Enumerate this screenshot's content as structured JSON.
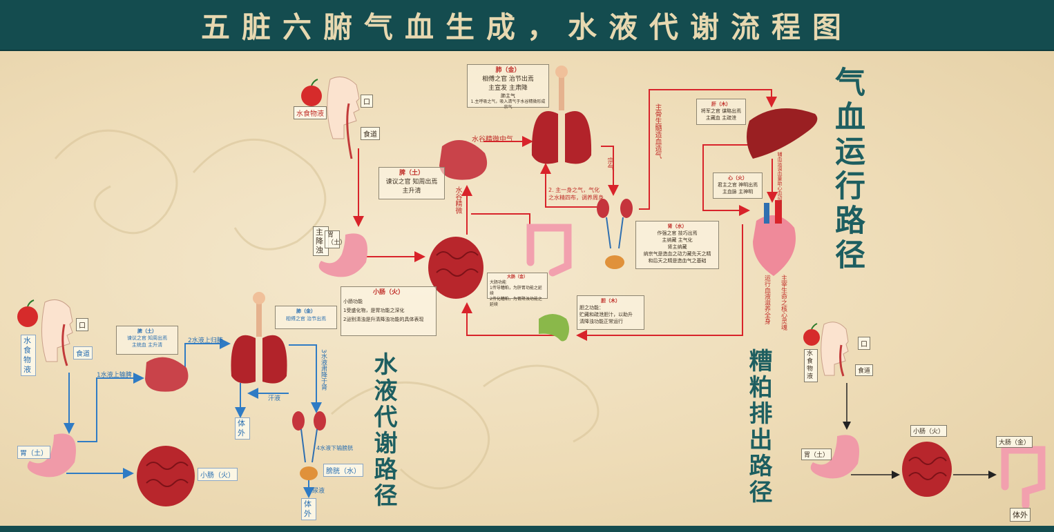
{
  "title": "五脏六腑气血生成，水液代谢流程图",
  "section_titles": {
    "qixue": "气血运行路径",
    "shuiye": "水液代谢路径",
    "zaopo": "糟粕排出路径"
  },
  "colors": {
    "band": "#144c4f",
    "red": "#d8232a",
    "blue": "#2f7bc4",
    "ink": "#1d5e60"
  },
  "qixue": {
    "lung": {
      "title": "肺（金）",
      "l1": "相傅之官  治节出焉",
      "l2": "主宣发  主肃降",
      "l3": "肺主气",
      "l4": "1.主呼吸之气，吸入清气于水谷精微形成宗气"
    },
    "spleen": {
      "title": "脾（土）",
      "l1": "谏议之官  知周出焉",
      "l2": "主升清"
    },
    "stomach_label": "胃（土）",
    "stomach_side": "主降浊",
    "mouth_tag": "口",
    "food_tag": "水食物液",
    "esophagus_tag": "食道",
    "small_int": {
      "title": "小肠（火）",
      "l1": "小肠功能",
      "l2": "1受盛化物，是胃功能之深化",
      "l3": "2泌别清浊是升清降浊功能的具体表现"
    },
    "large_int": {
      "title": "大肠（金）",
      "l1": "大肠功能",
      "l2": "1传导糟粕，为肝胃功能之延续",
      "l3": "2传化糟粕，为胃降浊功能之延续"
    },
    "kidney": {
      "title": "肾（水）",
      "l1": "作强之官  技巧出焉",
      "l2": "主纳藏  主气化",
      "l3": "肾主纳藏",
      "l4": "纳宗气是造血之动力藏先天之精",
      "l5": "和后天之精是造血气之基础"
    },
    "gallbladder": {
      "title": "胆（木）",
      "l1": "胆之功能：",
      "l2": "贮藏和疏泄胆汁，以助升",
      "l3": "清降浊功能正常运行"
    },
    "liver": {
      "title": "肝（木）",
      "l1": "将军之官  谋略出焉",
      "l2": "主藏血  主疏泄"
    },
    "heart": {
      "title": "心（火）",
      "l1": "君主之官  神明出焉",
      "l2": "主血脉  主神明"
    },
    "lbl_shuigu_zhongqi": "水谷精微中气",
    "lbl_shuigu_jingwei": "水谷精微",
    "lbl_zongqi": "宗气",
    "lbl_zhuyishen": "2. 主一身之气，气化之水精四布，调养周身",
    "lbl_marrow": "主骨生髓造血造气",
    "lbl_liver_side": "辅血运调血量助心血动神明",
    "lbl_heart_side": "主宰生命之核心灵魂",
    "lbl_heart_side2": "运行血液滋养全身"
  },
  "shuiye": {
    "food_tag": "水食物液",
    "mouth_tag": "口",
    "esophagus_tag": "食道",
    "spleen": {
      "title": "脾（土）",
      "l1": "谏议之官 知周出焉",
      "l2": "主统血 主升清"
    },
    "lung": {
      "title": "肺（金）",
      "l1": "相傅之官  治节出焉"
    },
    "stomach_tag": "胃（土）",
    "small_int_tag": "小肠（火）",
    "bladder_tag": "膀胱（水）",
    "step1": "1水液上输脾",
    "step2": "2水液上归肺",
    "step3": "3水液肃降于肾",
    "step4": "4水液下输膀胱",
    "sweat": "汗液",
    "urine": "尿液",
    "out1": "体外",
    "out2": "体外"
  },
  "zaopo": {
    "mouth_tag": "口",
    "food_tag": "水食物液",
    "esophagus_tag": "食道",
    "stomach_tag": "胃（土）",
    "small_int_tag": "小肠（火）",
    "large_int_tag": "大肠（金）",
    "out_tag": "体外"
  }
}
